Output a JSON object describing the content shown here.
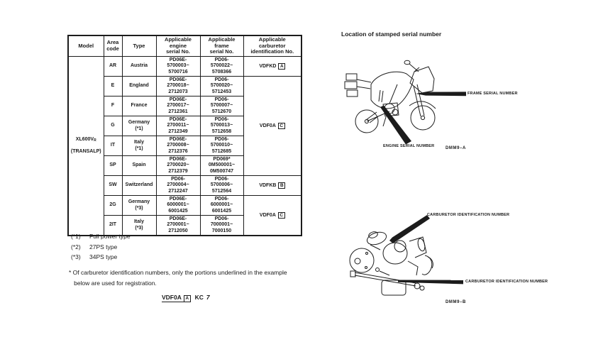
{
  "table": {
    "headers": [
      "Model",
      "Area\ncode",
      "Type",
      "Applicable\nengine\nserial No.",
      "Applicable\nframe\nserial No.",
      "Applicable\ncarburetor\nidentification No."
    ],
    "model": {
      "base": "XL600V",
      "sub": "R",
      "line2": "(TRANSALP)"
    },
    "rows": [
      {
        "area": "AR",
        "type": "Austria",
        "engine": "PD06E-\n5700003~\n5700716",
        "frame": "PD06-\n5700022~\n5708366"
      },
      {
        "area": "E",
        "type": "England",
        "engine": "PD06E-\n2700018~\n2712073",
        "frame": "PD06-\n5700020~\n5712453"
      },
      {
        "area": "F",
        "type": "France",
        "engine": "PD06E-\n2700017~\n2712361",
        "frame": "PD06-\n5700007~\n5712670"
      },
      {
        "area": "G",
        "type": "Germany\n(*1)",
        "engine": "PD06E-\n2700011~\n2712349",
        "frame": "PD06-\n5700013~\n5712658"
      },
      {
        "area": "IT",
        "type": "Italy\n(*1)",
        "engine": "PD06E-\n2700008~\n2712376",
        "frame": "PD06-\n5700010~\n5712685"
      },
      {
        "area": "SP",
        "type": "Spain",
        "engine": "PD06E-\n2700020~\n2712379",
        "frame": "PD069*\n0M500001~\n0M500747"
      },
      {
        "area": "SW",
        "type": "Switzerland",
        "engine": "PD06-\n2700004~\n2712247",
        "frame": "PD06-\n5700006~\n5712564"
      },
      {
        "area": "2G",
        "type": "Germany\n(*3)",
        "engine": "PD06E-\n6000001~\n6001425",
        "frame": "PD06-\n6000001~\n6001425"
      },
      {
        "area": "2IT",
        "type": "Italy\n(*3)",
        "engine": "PD06E-\n2700001~\n2712050",
        "frame": "PD06-\n7000001~\n7000150"
      }
    ],
    "carb_cells": {
      "ar": {
        "code": "VDFKD",
        "box": "A"
      },
      "mid": {
        "code": "VDF0A",
        "box": "C"
      },
      "sw": {
        "code": "VDFKB",
        "box": "B"
      },
      "low": {
        "code": "VDF0A",
        "box": "C"
      }
    }
  },
  "notes": {
    "items": [
      {
        "tag": "(*1)",
        "text": "Full power type"
      },
      {
        "tag": "(*2)",
        "text": "27PS type"
      },
      {
        "tag": "(*3)",
        "text": "34PS type"
      }
    ],
    "para": "* Of carburetor identification numbers, only the portions underlined in the example\n   below are used for registration.",
    "example": {
      "code": "VDF0A",
      "box": "A",
      "suffix": "KC",
      "num": "7"
    }
  },
  "figures": {
    "heading": "Location of stamped serial number",
    "frame_label": "FRAME SERIAL NUMBER",
    "engine_label": "ENGINE SERIAL NUMBER",
    "fig_a_caption": "DMM9–A",
    "carb_label_top": "CARBURETOR IDENTIFICATION NUMBER",
    "carb_label_bottom": "CARBURETOR IDENTIFICATION NUMBER",
    "fig_b_caption": "DMM9–B"
  }
}
